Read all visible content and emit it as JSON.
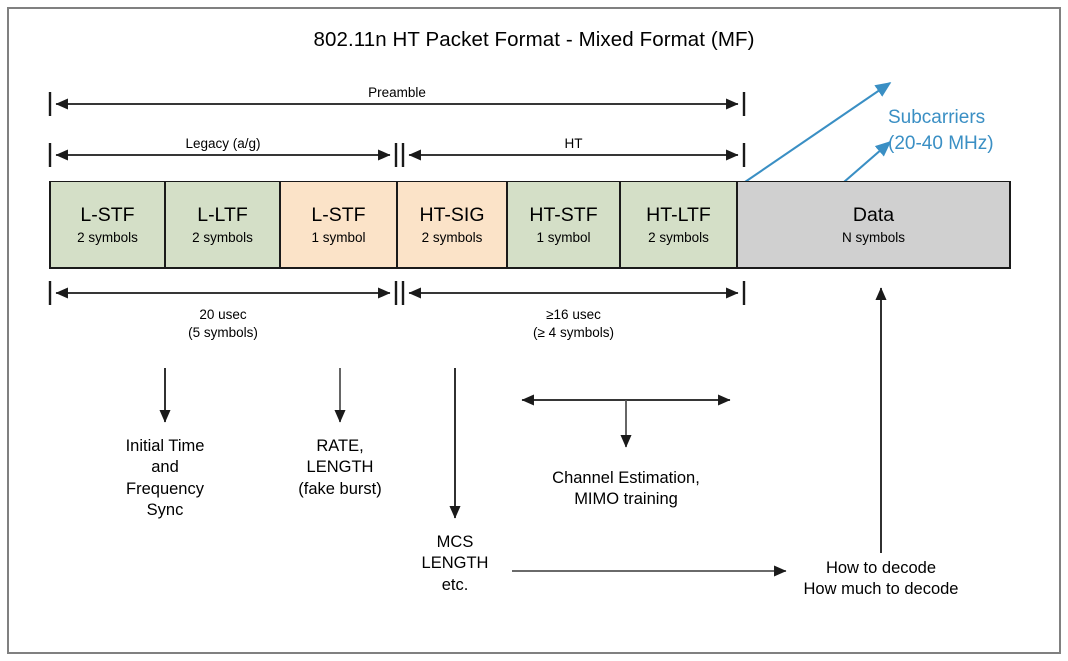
{
  "title": "802.11n HT Packet Format - Mixed Format (MF)",
  "colors": {
    "legacy_green": "#d4dfc7",
    "signal_orange": "#fbe3c8",
    "data_gray": "#d0d0d0",
    "accent_blue": "#3a8fc4",
    "line_black": "#1a1a1a",
    "frame_gray": "#808080"
  },
  "packet": {
    "fields": [
      {
        "name": "L-STF",
        "duration": "2 symbols",
        "color": "green"
      },
      {
        "name": "L-LTF",
        "duration": "2 symbols",
        "color": "green"
      },
      {
        "name": "L-STF",
        "duration": "1 symbol",
        "color": "orange"
      },
      {
        "name": "HT-SIG",
        "duration": "2 symbols",
        "color": "orange"
      },
      {
        "name": "HT-STF",
        "duration": "1 symbol",
        "color": "green"
      },
      {
        "name": "HT-LTF",
        "duration": "2 symbols",
        "color": "green"
      },
      {
        "name": "Data",
        "duration": "N symbols",
        "color": "gray"
      }
    ]
  },
  "spans": {
    "preamble": "Preamble",
    "legacy": "Legacy (a/g)",
    "ht": "HT",
    "legacy_time_line1": "20 usec",
    "legacy_time_line2": "(5 symbols)",
    "ht_time_line1": "≥16 usec",
    "ht_time_line2": "(≥ 4 symbols)"
  },
  "annotations": {
    "sync_line1": "Initial Time",
    "sync_line2": "and",
    "sync_line3": "Frequency",
    "sync_line4": "Sync",
    "rate_line1": "RATE,",
    "rate_line2": "LENGTH",
    "rate_line3": "(fake burst)",
    "mcs_line1": "MCS",
    "mcs_line2": "LENGTH",
    "mcs_line3": "etc.",
    "channel_line1": "Channel Estimation,",
    "channel_line2": "MIMO training",
    "decode_line1": "How to decode",
    "decode_line2": "How much to decode",
    "subcarriers_line1": "Subcarriers",
    "subcarriers_line2": "(20-40 MHz)"
  }
}
